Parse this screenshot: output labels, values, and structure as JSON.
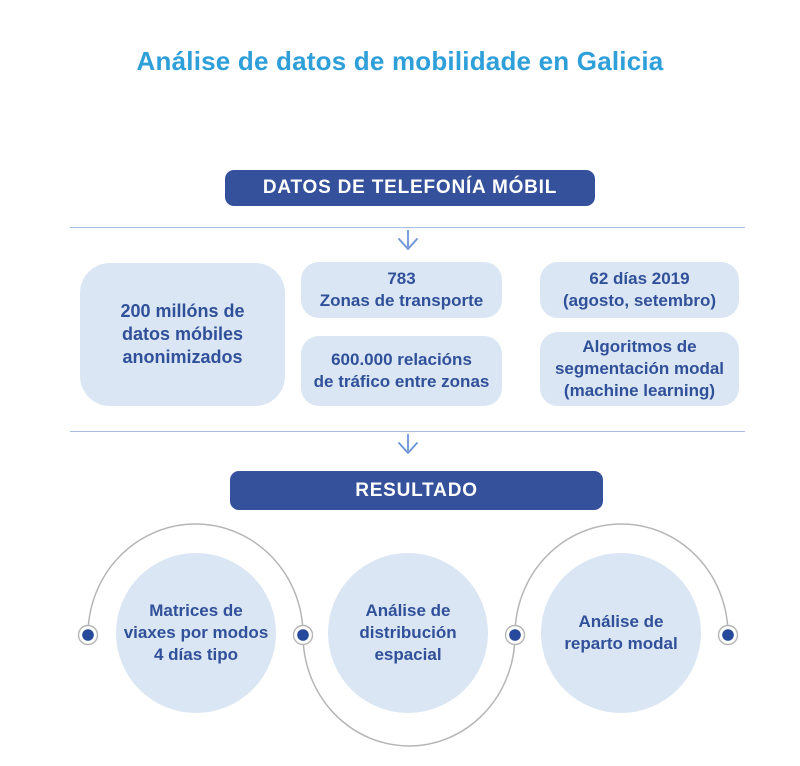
{
  "colors": {
    "title": "#2E9FD9",
    "dark_blue": "#35519B",
    "light_blue": "#DAE6F3",
    "navy_text": "#30509A",
    "divider": "#A8BEDF",
    "arrow": "#6B94D6",
    "arc_gray": "#B5B5B5",
    "dot_navy": "#27499B"
  },
  "title": "Análise de datos de mobilidade en Galicia",
  "source_banner": {
    "label": "DATOS DE TELEFONÍA MÓBIL"
  },
  "data_boxes": [
    {
      "id": "mobile-data",
      "lines": [
        "200 millóns de",
        "datos móbiles",
        "anonimizados"
      ]
    },
    {
      "id": "transport-zones",
      "lines": [
        "783",
        "Zonas de transporte"
      ]
    },
    {
      "id": "days",
      "lines": [
        "62 días 2019",
        "(agosto, setembro)"
      ]
    },
    {
      "id": "traffic-relations",
      "lines": [
        "600.000 relacións",
        "de tráfico entre zonas"
      ]
    },
    {
      "id": "algorithms",
      "lines": [
        "Algoritmos de",
        "segmentación modal",
        "(machine learning)"
      ]
    }
  ],
  "result_banner": {
    "label": "RESULTADO"
  },
  "result_circles": [
    {
      "id": "trip-matrices",
      "lines": [
        "Matrices de",
        "viaxes por modos",
        "4 días tipo"
      ]
    },
    {
      "id": "spatial-distribution",
      "lines": [
        "Análise de",
        "distribución",
        "espacial"
      ]
    },
    {
      "id": "modal-split",
      "lines": [
        "Análise de",
        "reparto modal"
      ]
    }
  ]
}
